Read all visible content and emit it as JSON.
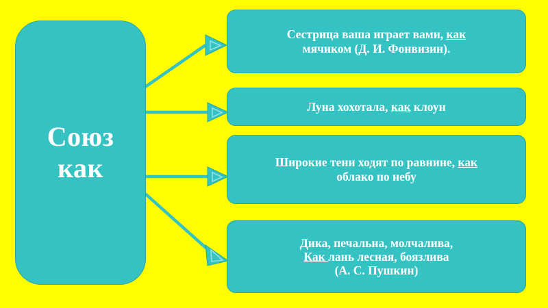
{
  "slide": {
    "background_color": "#FFFF00",
    "node_fill_color": "#35C2C2",
    "node_border_color": "#2AA6A6",
    "text_color": "#FFFFFF",
    "arrow_color": "#35C2C2"
  },
  "root": {
    "label": "Союз\nкак",
    "line1": "Союз",
    "line2": "как"
  },
  "examples": [
    {
      "id": "example-1",
      "lines": [
        {
          "before": "Сестрица ваша играет вами, ",
          "highlight": "как",
          "after": ""
        },
        {
          "before": "мячиком (Д. И. Фонвизин).",
          "highlight": "",
          "after": ""
        }
      ],
      "plain": "Сестрица ваша играет вами, как мячиком (Д. И. Фонвизин).",
      "source": "Д. И. Фонвизин"
    },
    {
      "id": "example-2",
      "lines": [
        {
          "before": "Луна хохотала, ",
          "highlight": "как",
          "after": " клоун"
        }
      ],
      "plain": "Луна хохотала, как клоун",
      "source": ""
    },
    {
      "id": "example-3",
      "lines": [
        {
          "before": "Широкие тени ходят по равнине, ",
          "highlight": "как",
          "after": ""
        },
        {
          "before": "облако по небу",
          "highlight": "",
          "after": ""
        }
      ],
      "plain": "Широкие тени ходят по равнине, как облако по небу",
      "source": ""
    },
    {
      "id": "example-4",
      "lines": [
        {
          "before": "Дика, печальна, молчалива,",
          "highlight": "",
          "after": ""
        },
        {
          "before": "",
          "highlight": "Как ",
          "after": "лань лесная, боязлива"
        },
        {
          "before": "(А. С. Пушкин)",
          "highlight": "",
          "after": ""
        }
      ],
      "plain": "Дика, печальна, молчалива, Как лань лесная, боязлива (А. С. Пушкин)",
      "source": "А. С. Пушкин"
    }
  ],
  "connectors": [
    {
      "id": "connector-1",
      "from": "root",
      "to": "example-1"
    },
    {
      "id": "connector-2",
      "from": "root",
      "to": "example-2"
    },
    {
      "id": "connector-3",
      "from": "root",
      "to": "example-3"
    },
    {
      "id": "connector-4",
      "from": "root",
      "to": "example-4"
    }
  ]
}
